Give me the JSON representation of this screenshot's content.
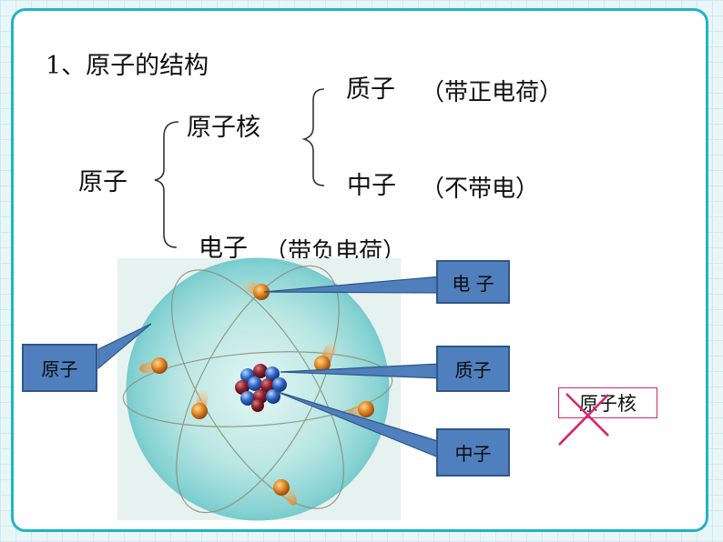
{
  "heading": "1、原子的结构",
  "tree": {
    "root": "原子",
    "nucleus": "原子核",
    "proton": "质子",
    "proton_note": "（带正电荷）",
    "neutron": "中子",
    "neutron_note": "（不带电）",
    "electron": "电子",
    "electron_note": "（带负电荷）"
  },
  "diagram_labels": {
    "electron": "电 子",
    "atom": "原子",
    "proton": "质子",
    "neutron": "中子"
  },
  "crossed_out_label": "原子核",
  "colors": {
    "frame": "#22b3c7",
    "label_box": "#4f7fbd",
    "cross": "#d6256f"
  }
}
